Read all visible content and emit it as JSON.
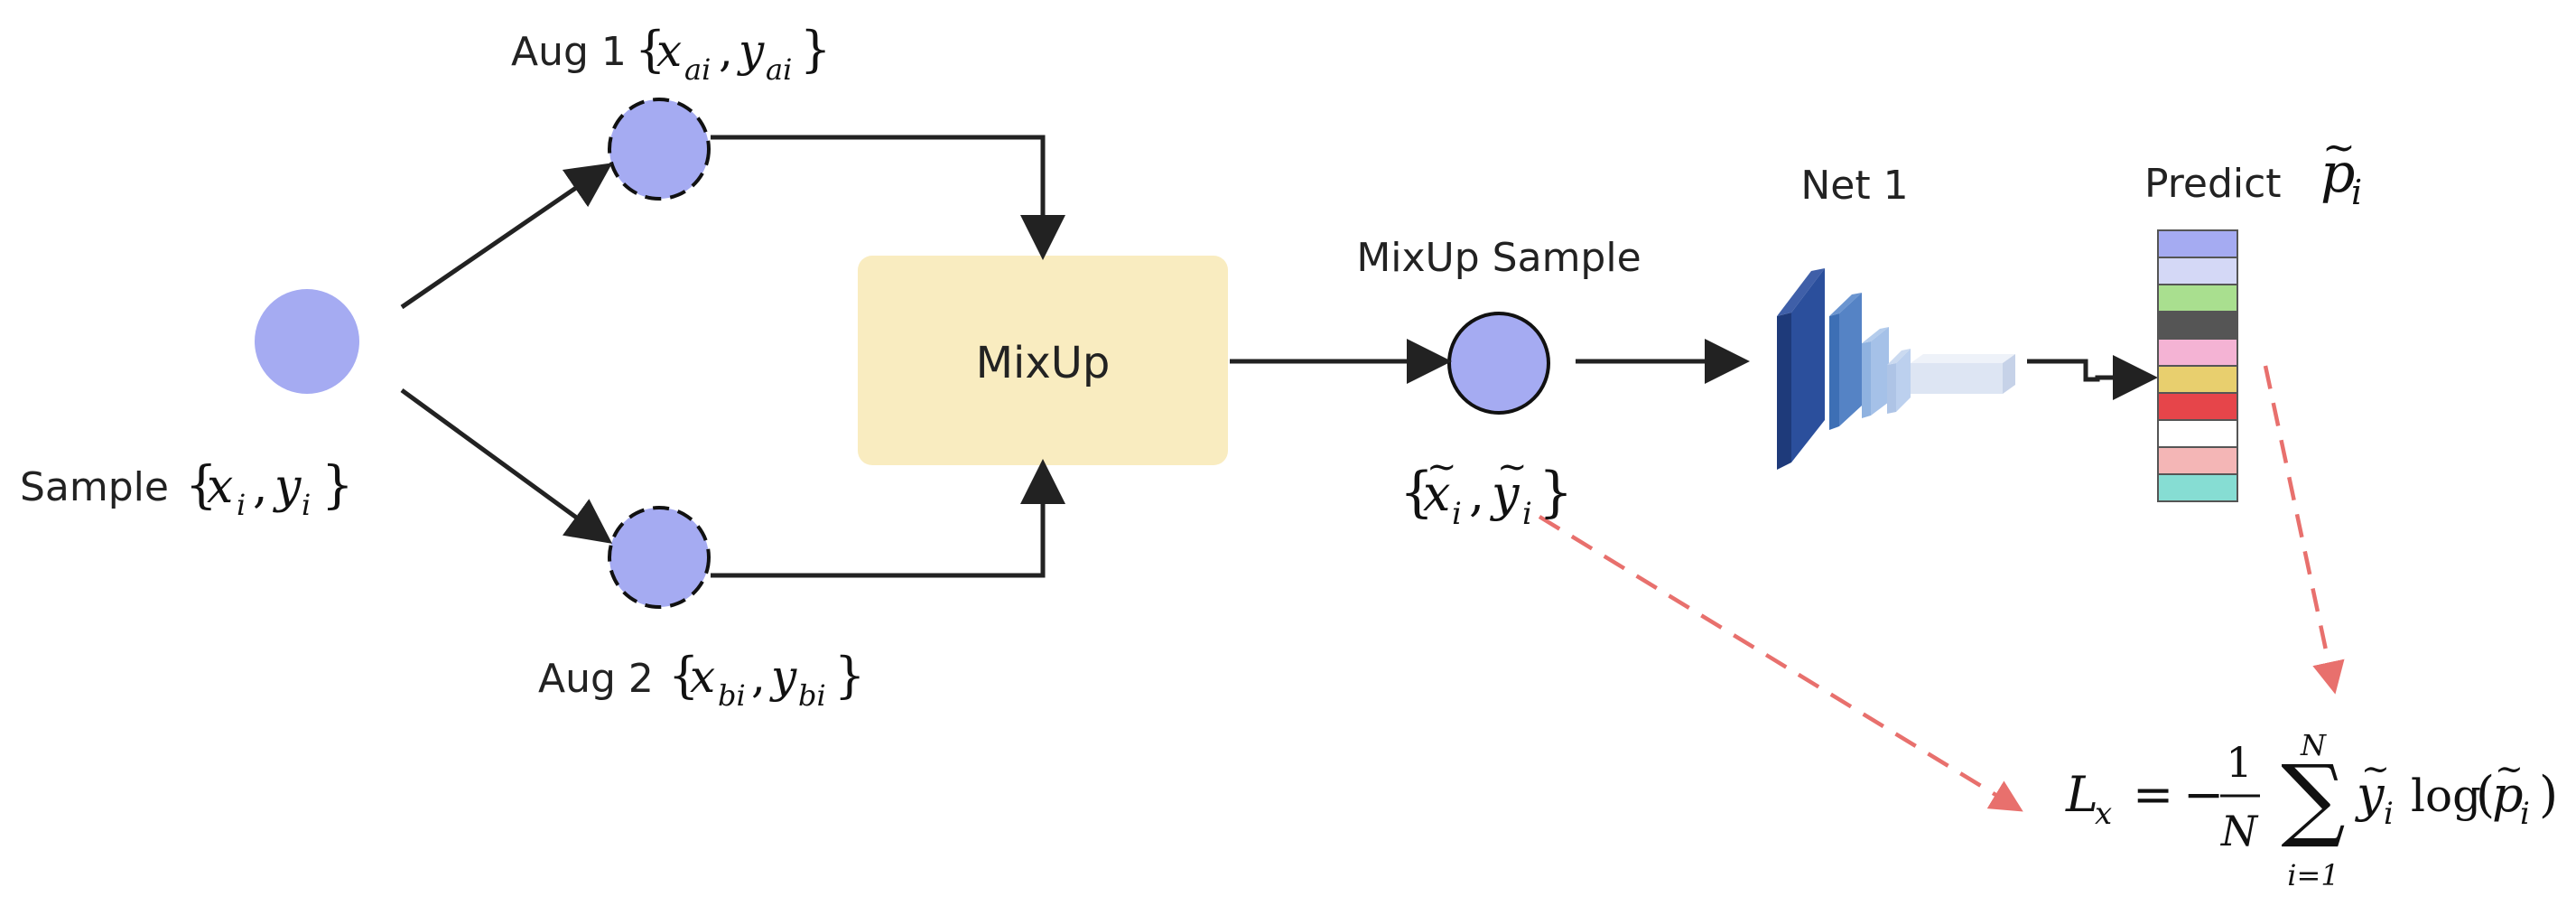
{
  "labels": {
    "sample": "Sample",
    "aug1": "Aug 1",
    "aug2": "Aug 2",
    "mixup_box": "MixUp",
    "mixup_sample": "MixUp Sample",
    "net": "Net 1",
    "predict": "Predict"
  },
  "math": {
    "sample_set": [
      "x",
      "i",
      "y",
      "i"
    ],
    "aug1_set": [
      "x",
      "ai",
      "y",
      "ai"
    ],
    "aug2_set": [
      "x",
      "bi",
      "y",
      "bi"
    ],
    "mix_set": [
      "x",
      "i",
      "y",
      "i"
    ],
    "predict_symbol": [
      "p",
      "i"
    ],
    "loss": {
      "lhs": "L",
      "lhs_sub": "x",
      "equals": "=",
      "minus": "−",
      "numerator": "1",
      "denominator": "N",
      "sum_upper": "N",
      "sum_lower": "i=1",
      "term_y": "y",
      "term_y_sub": "i",
      "log": "log",
      "term_p": "p",
      "term_p_sub": "i"
    }
  },
  "colors": {
    "node_fill": "#a5abf2",
    "mixup_box_fill": "#f9ecc0",
    "arrow": "#222222",
    "loss_arrow": "#e8706d",
    "prediction_bins": [
      "#a5abf2",
      "#d4d8f6",
      "#a9df8f",
      "#555555",
      "#f4b3d4",
      "#e8cf6e",
      "#e6454a",
      "#ffffff",
      "#f4b6b6",
      "#86ddd3"
    ]
  }
}
